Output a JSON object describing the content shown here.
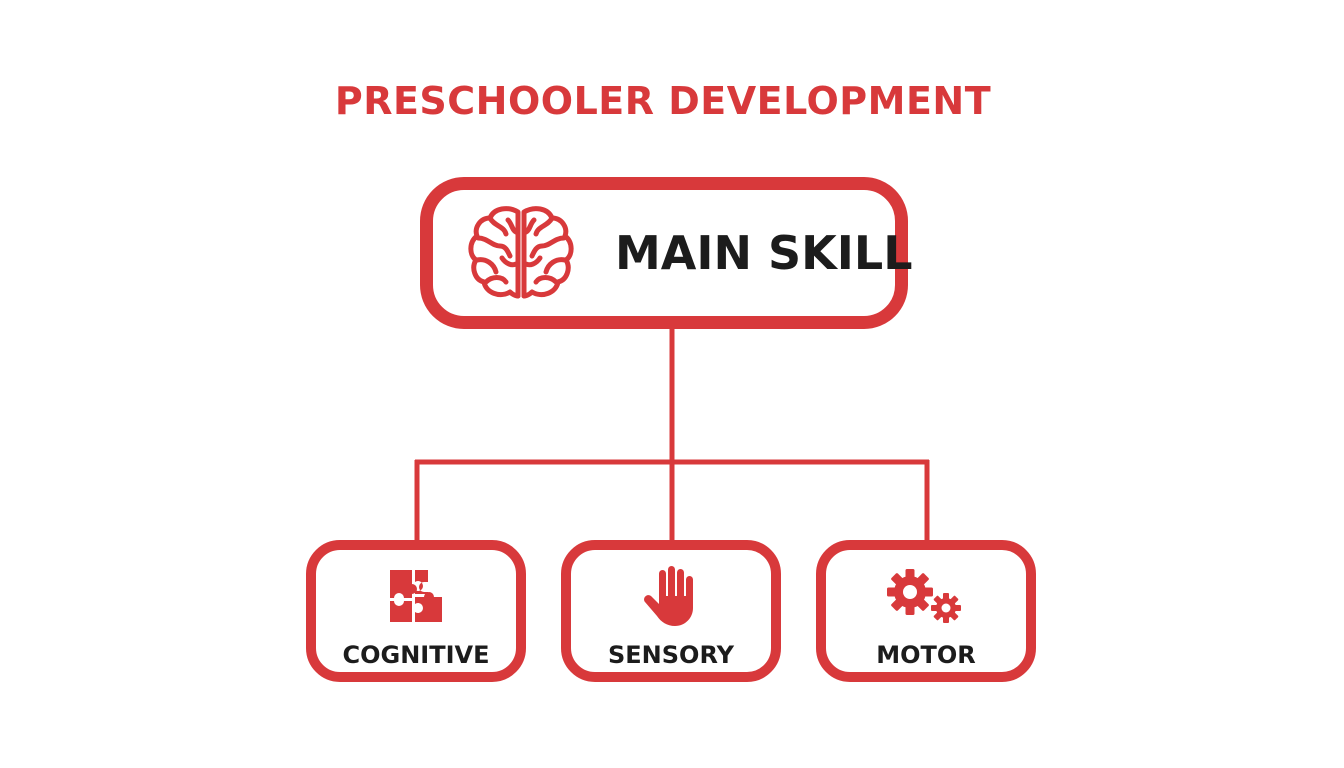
{
  "diagram": {
    "title": "PRESCHOOLER DEVELOPMENT",
    "root": {
      "label": "MAIN SKILL",
      "icon": "brain-icon"
    },
    "children": [
      {
        "label": "COGNITIVE",
        "icon": "puzzle-icon"
      },
      {
        "label": "SENSORY",
        "icon": "hand-icon"
      },
      {
        "label": "MOTOR",
        "icon": "gears-icon"
      }
    ]
  },
  "colors": {
    "accent": "#d8393b",
    "text": "#1c1c1c",
    "background": "#ffffff"
  }
}
